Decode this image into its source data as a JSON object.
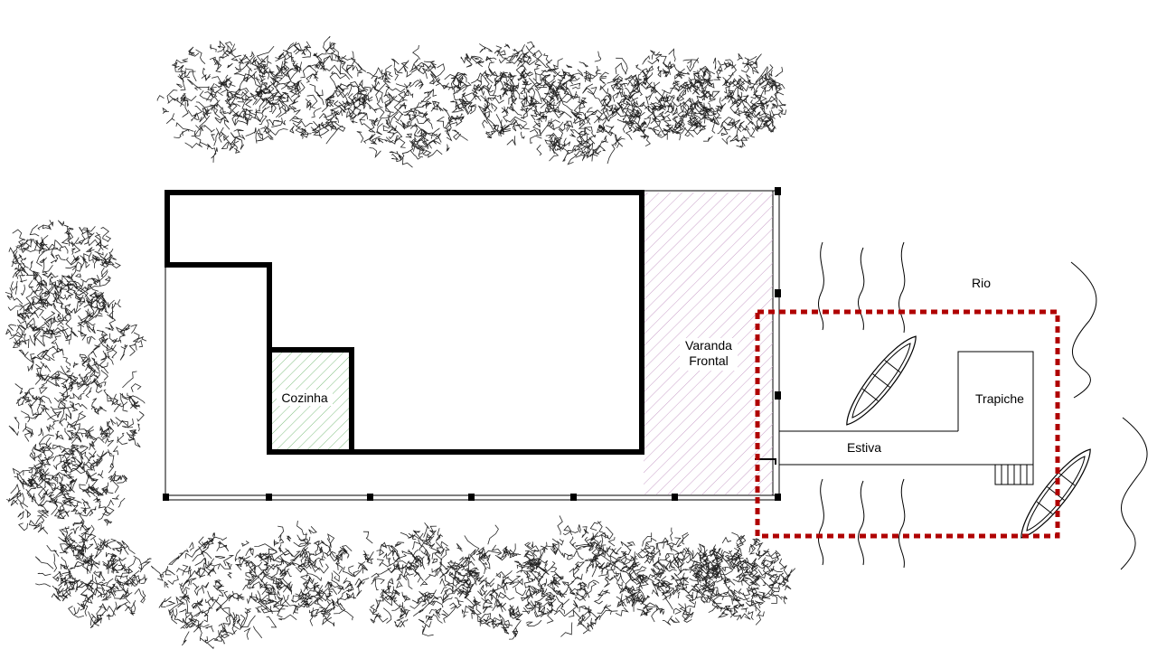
{
  "labels": {
    "rio": "Rio",
    "varanda_line1": "Varanda",
    "varanda_line2": "Frontal",
    "cozinha": "Cozinha",
    "trapiche": "Trapiche",
    "estiva": "Estiva"
  },
  "colors": {
    "wall": "#000000",
    "varanda_hatch": "#c9a0c9",
    "cozinha_hatch": "#7fbf7f",
    "highlight_dashed": "#b00000",
    "vegetation": "#222222"
  },
  "icons": {
    "vegetation": "tree-canopy-icon",
    "boat": "canoe-icon",
    "stairs": "stairs-icon",
    "water": "river-wave-icon"
  }
}
